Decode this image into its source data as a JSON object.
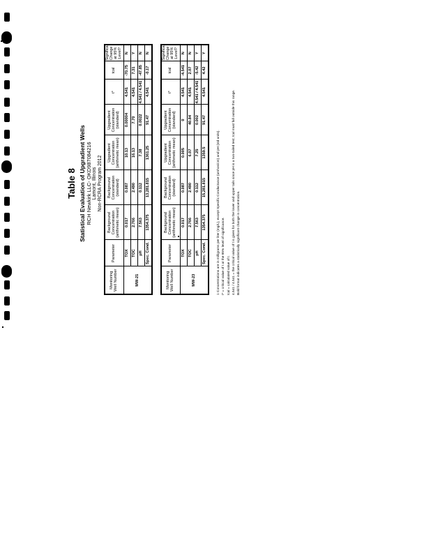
{
  "document": {
    "title": "Table 8",
    "subtitle": "Statistical Evaluation of Upgradient Wells",
    "facility": "RCH Newkirk LLC- OKD987084216",
    "location": "Lamont, Illinois",
    "period": "Non-RCRA Program 2012"
  },
  "tables": [
    {
      "headers": [
        "Monitoring Well Number",
        "Parameter",
        "Background Concentration (arithmetic mean)",
        "Background Concentration (standard)",
        "Upgradient Concentration (arithmetic mean)",
        "Upgradient Concentration (standard)",
        "t*",
        "tcal",
        "Significant Change at 95% Level?"
      ],
      "rows": [
        [
          "",
          "TOX",
          "0.017",
          "0.087",
          "10.13",
          "0.00004",
          "4.541",
          "-70.75",
          "N"
        ],
        [
          "MW-21",
          "TOC",
          "2.766",
          "2.490",
          "16.13",
          "7.70",
          "4.541",
          "7.31",
          "Y"
        ],
        [
          "",
          "pH",
          "7.563",
          "0.112",
          "7.38",
          "0.0022",
          "4.541 / 4.541",
          "-47.85",
          "N"
        ],
        [
          "",
          "Spec. Cond.",
          "1354.375",
          "13,281.815",
          "1361.25",
          "91.47",
          "4.541",
          "-0.17",
          "N"
        ]
      ]
    },
    {
      "headers": [
        "Monitoring Well Number",
        "Parameter",
        "Background Concentration (arithmetic mean)",
        "Background Concentration (standard)",
        "Upgradient Concentration (arithmetic mean)",
        "Upgradient Concentration (standard)",
        "t*",
        "tcal",
        "Significant Change at 95% Level?"
      ],
      "rows": [
        [
          "",
          "TOX",
          "0.017",
          "0.087",
          "0.005",
          "0",
          "4.541",
          "-4.541",
          "N"
        ],
        [
          "MW-23",
          "TOC",
          "2.766",
          "2.490",
          "6.07",
          "40.84",
          "4.541",
          "2.07",
          "N"
        ],
        [
          "",
          "pH",
          "7.563",
          "0.112",
          "7.25",
          "0.002",
          "4.541 / 4.541",
          "-5.42",
          "Y"
        ],
        [
          "",
          "Spec. Cond.",
          "1354.375",
          "15,281.815",
          "1359.5",
          "91.47",
          "4.541",
          "4.42",
          "Y"
        ]
      ]
    }
  ],
  "notes": [
    "1 Concentrations are in milligrams per liter (mg/L), except Specific Conductance (umhos/cm) and pH (std units).",
    "t* = critical value of t at the 95% level of significance.",
    "tcal = calculated value of t.",
    "4.541 / 4.541 = the critical value of t is given for both the lower and upper tails since pH is a two-tailed test; tcal must fall outside this range.",
    "Bold format indicates a statistically significant change in concentration."
  ]
}
